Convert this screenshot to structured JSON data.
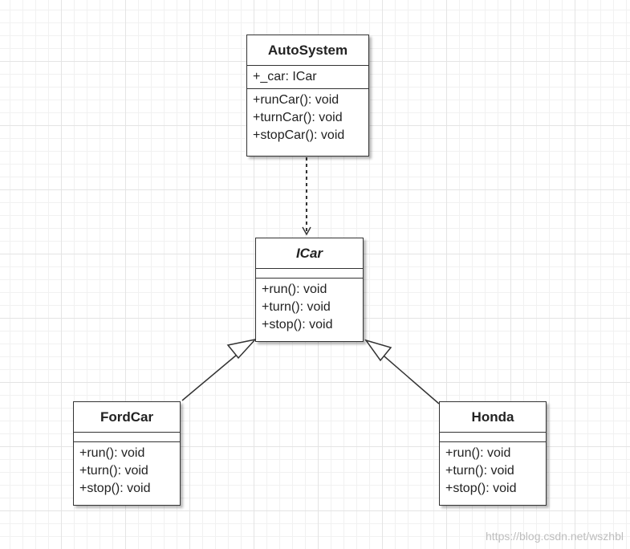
{
  "classes": {
    "autosystem": {
      "name": "AutoSystem",
      "attributes": [
        "+_car: ICar"
      ],
      "methods": [
        "+runCar(): void",
        "+turnCar(): void",
        "+stopCar(): void"
      ]
    },
    "icar": {
      "name": "ICar",
      "attributes": [],
      "methods": [
        "+run(): void",
        "+turn(): void",
        "+stop(): void"
      ]
    },
    "fordcar": {
      "name": "FordCar",
      "attributes": [],
      "methods": [
        "+run(): void",
        "+turn(): void",
        "+stop(): void"
      ]
    },
    "honda": {
      "name": "Honda",
      "attributes": [],
      "methods": [
        "+run(): void",
        "+turn(): void",
        "+stop(): void"
      ]
    }
  },
  "relations": [
    {
      "type": "dependency",
      "from": "AutoSystem",
      "to": "ICar"
    },
    {
      "type": "realization",
      "from": "FordCar",
      "to": "ICar"
    },
    {
      "type": "realization",
      "from": "Honda",
      "to": "ICar"
    }
  ],
  "watermark": "https://blog.csdn.net/wszhbl",
  "colors": {
    "stroke": "#333333",
    "text": "#222222",
    "grid": "#e4e4e4",
    "watermark": "#bdbdbd"
  }
}
